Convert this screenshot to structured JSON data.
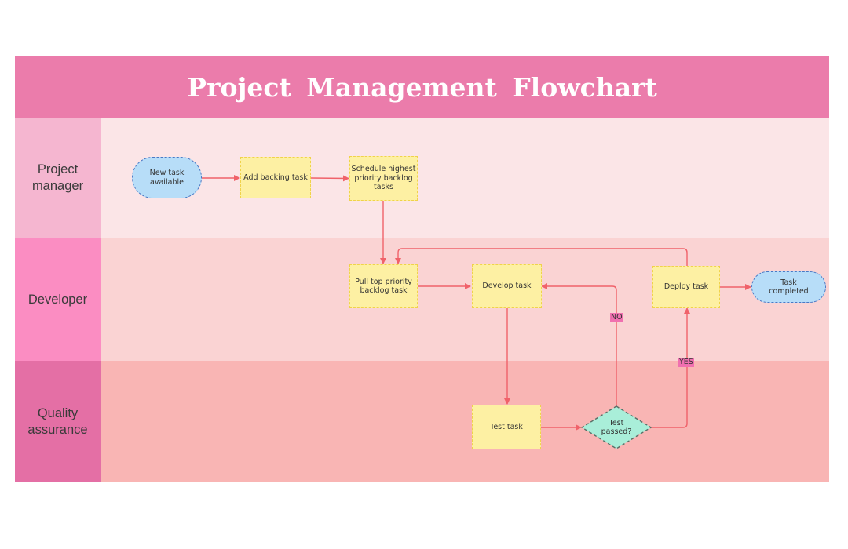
{
  "title": "Project Management Flowchart",
  "lanes": [
    {
      "label": "Project\nmanager",
      "color": "#f5b6d0",
      "band": "#fbe5e7"
    },
    {
      "label": "Developer",
      "color": "#fb8dc2",
      "band": "#fad3d3"
    },
    {
      "label": "Quality\nassurance",
      "color": "#e46fa5",
      "band": "#f9b5b4"
    }
  ],
  "nodes": {
    "new_task": "New task\navailable",
    "add_backlog": "Add backing task",
    "schedule": "Schedule highest\npriority backlog\ntasks",
    "pull_top": "Pull top priority\nbacklog task",
    "develop": "Develop task",
    "deploy": "Deploy task",
    "completed": "Task\ncompleted",
    "test": "Test task",
    "test_passed": "Test\npassed?"
  },
  "edge_labels": {
    "no": "NO",
    "yes": "YES"
  },
  "colors": {
    "title_bar": "#eb7cab",
    "arrow": "#f0626a",
    "process_fill": "#fdf0a3",
    "terminal_fill": "#b7ddf8",
    "decision_fill": "#a9eed9"
  }
}
